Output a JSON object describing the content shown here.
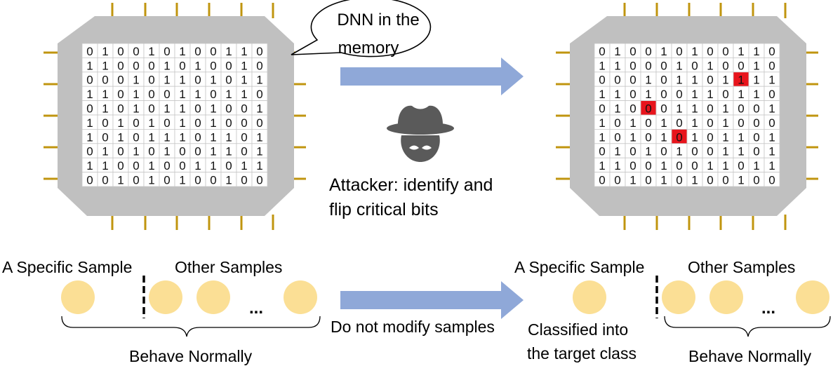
{
  "left_chip": {
    "bits": [
      "010010100110",
      "110001010010",
      "000101101011",
      "110100110110",
      "010101101001",
      "101010101000",
      "101011101101",
      "010101001101",
      "110010011011",
      "001010100100"
    ]
  },
  "right_chip": {
    "bits": [
      "010010100110",
      "110001010010",
      "000101101111",
      "110100110110",
      "010001101001",
      "101010101000",
      "101010101101",
      "010101001101",
      "110010011011",
      "001010100100"
    ],
    "flipped": [
      [
        2,
        9
      ],
      [
        4,
        3
      ],
      [
        6,
        5
      ]
    ]
  },
  "speech_bubble": {
    "line1": "DNN in the",
    "line2": "memory"
  },
  "attacker": {
    "line1": "Attacker: identify and",
    "line2": "flip critical bits"
  },
  "bottom_left": {
    "specific_label": "A Specific Sample",
    "other_label": "Other Samples",
    "ellipsis": "...",
    "brace_label": "Behave Normally"
  },
  "middle": {
    "arrow_label": "Do not modify samples"
  },
  "bottom_right": {
    "specific_label": "A Specific Sample",
    "classified_line1": "Classified into",
    "classified_line2": "the target class",
    "other_label": "Other Samples",
    "ellipsis": "...",
    "brace_label": "Behave Normally"
  },
  "colors": {
    "chip": "#c0c0c0",
    "pin": "#c0950f",
    "arrow": "#8fa8d8",
    "sample": "#fbdf95",
    "flip": "#e8141c",
    "hat": "#5a5a5a"
  }
}
